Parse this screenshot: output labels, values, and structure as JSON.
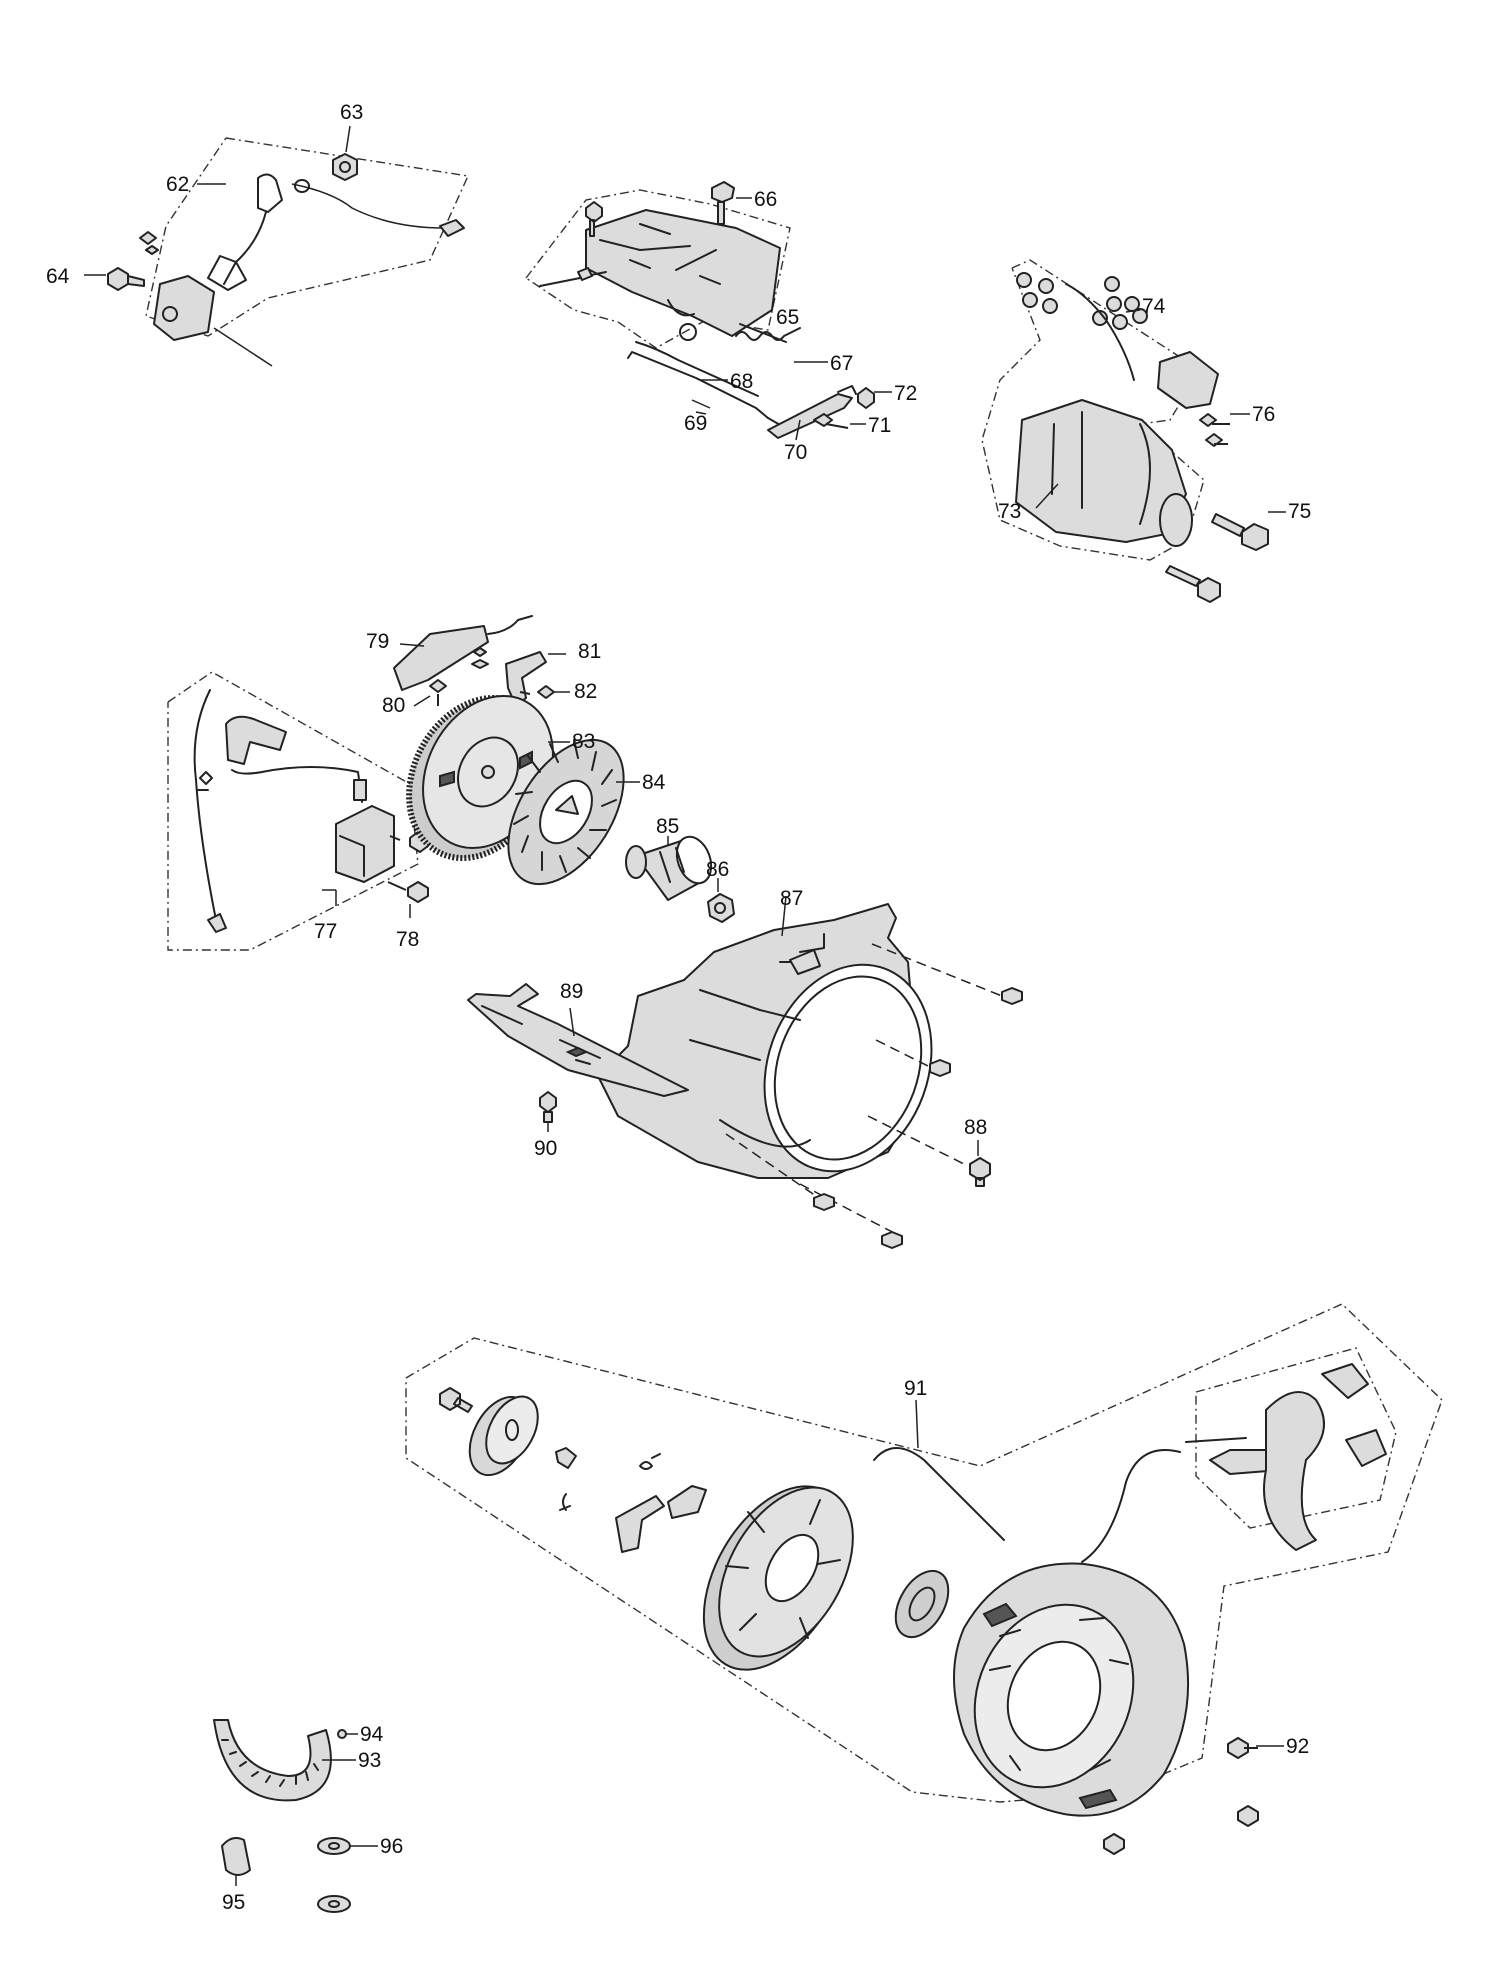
{
  "labels": {
    "p62": "62",
    "p63": "63",
    "p64": "64",
    "p65": "65",
    "p66": "66",
    "p67": "67",
    "p68": "68",
    "p69": "69",
    "p70": "70",
    "p71": "71",
    "p72": "72",
    "p73": "73",
    "p74": "74",
    "p75": "75",
    "p76": "76",
    "p77": "77",
    "p78": "78",
    "p79": "79",
    "p80": "80",
    "p81": "81",
    "p82": "82",
    "p83": "83",
    "p84": "84",
    "p85": "85",
    "p86": "86",
    "p87": "87",
    "p88": "88",
    "p89": "89",
    "p90": "90",
    "p91": "91",
    "p92": "92",
    "p93": "93",
    "p94": "94",
    "p95": "95",
    "p96": "96"
  }
}
